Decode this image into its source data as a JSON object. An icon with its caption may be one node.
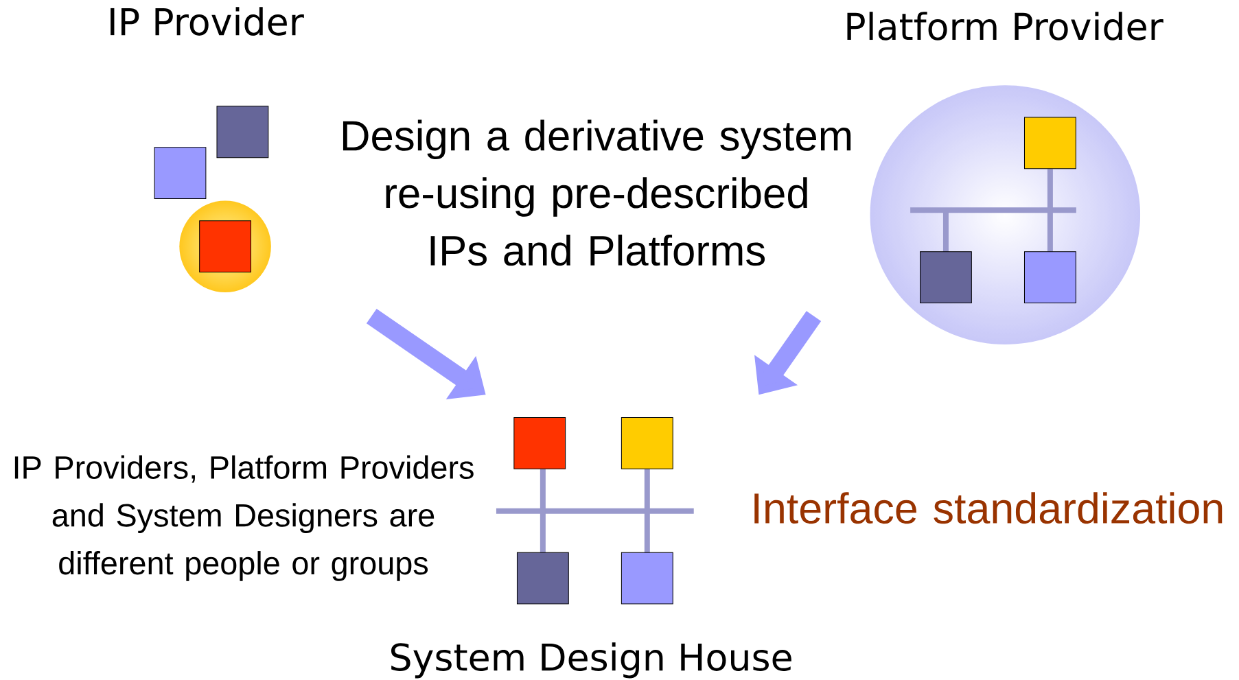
{
  "diagram": {
    "nodes": [
      {
        "text": [
          "IP Provider"
        ]
      },
      {
        "text": [
          "Platform Provider"
        ]
      },
      {
        "text": [
          "System Design House"
        ]
      }
    ],
    "edges": [
      {
        "from": 0,
        "to": 2,
        "arrow": "to"
      },
      {
        "from": 1,
        "to": 2,
        "arrow": "to"
      }
    ],
    "labels": [
      "Design a derivative system re-using pre-described IPs and Platforms",
      "IP Providers, Platform Providers and System Designers are different people or groups",
      "Interface standardization"
    ]
  }
}
